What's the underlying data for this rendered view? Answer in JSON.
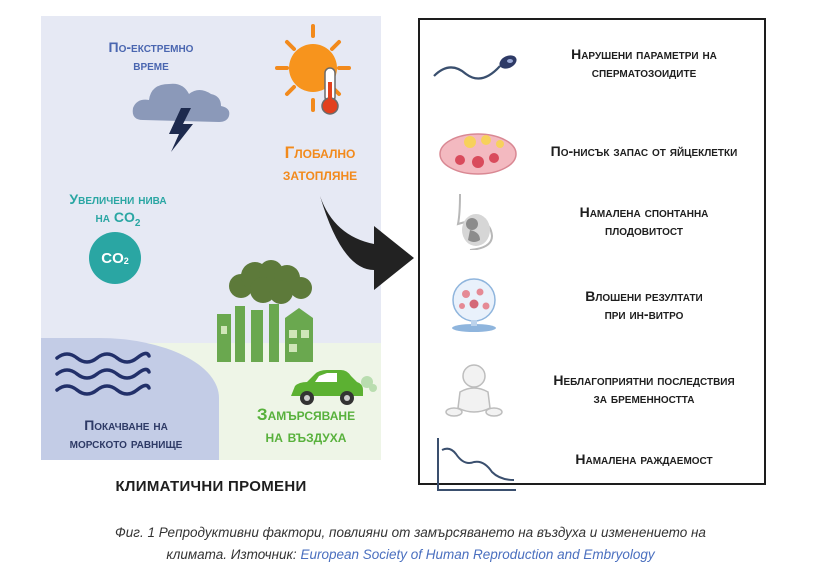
{
  "left_panel": {
    "extreme_weather": [
      "По-екстремно",
      "време"
    ],
    "global_warming": [
      "Глобално",
      "затопляне"
    ],
    "co2_levels": [
      "Увеличени нива",
      "на CO"
    ],
    "co2_subscript": "2",
    "co2_badge": "CO",
    "co2_badge_sub": "2",
    "sea_level": [
      "Покачване на",
      "морското равнище"
    ],
    "air_pollution": [
      "Замърсяване",
      "на въздуха"
    ]
  },
  "title": "КЛИМАТИЧНИ ПРОМЕНИ",
  "effects": [
    {
      "label": [
        "Нарушени параметри на",
        "сперматозоидите"
      ],
      "icon": "sperm-icon"
    },
    {
      "label": [
        "По-нисък запас от яйцеклетки"
      ],
      "icon": "ovary-icon"
    },
    {
      "label": [
        "Намалена спонтанна",
        "плодовитост"
      ],
      "icon": "pregnancy-icon"
    },
    {
      "label": [
        "Влошени резултати",
        "при ин-витро"
      ],
      "icon": "petri-dish-icon"
    },
    {
      "label": [
        "Неблагоприятни последствия",
        "за бременността"
      ],
      "icon": "baby-icon"
    },
    {
      "label": [
        "Намалена раждаемост"
      ],
      "icon": "declining-chart-icon"
    }
  ],
  "caption": {
    "line1": "Фиг. 1 Репродуктивни фактори, повлияни от замърсяването на въздуха и изменението на",
    "line2_prefix": "климата. Източник: ",
    "source": "European Society of Human Reproduction and Embryology"
  },
  "colors": {
    "blue": "#4a66b0",
    "teal": "#2aa6a3",
    "orange": "#f28a1c",
    "green": "#58b13c",
    "dark": "#2e3a66"
  }
}
